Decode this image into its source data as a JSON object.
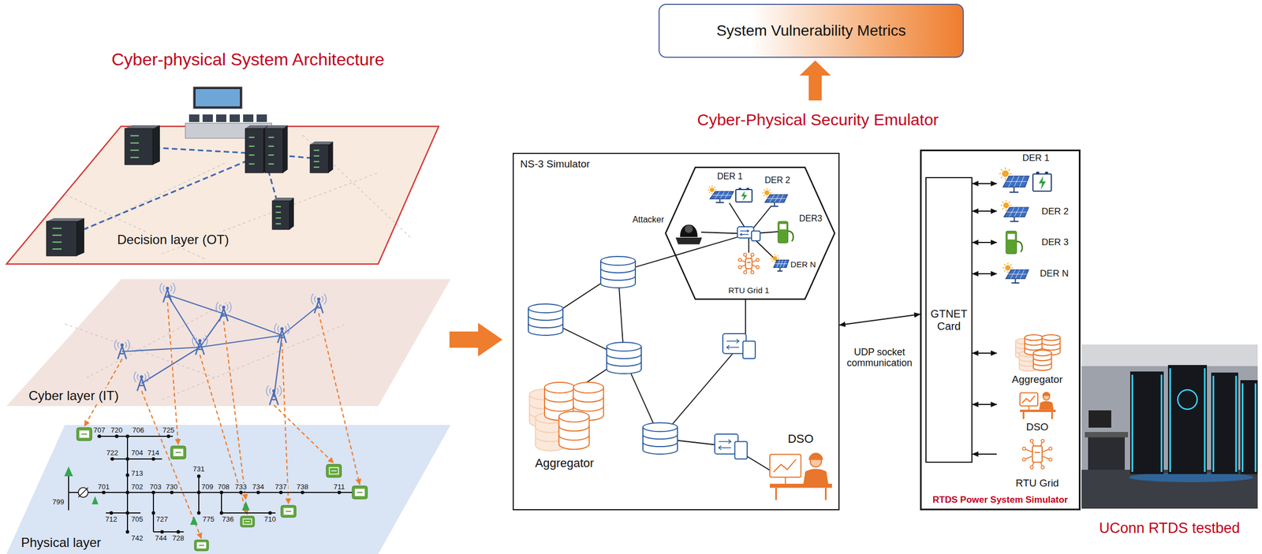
{
  "diagram": {
    "nodes": [
      {
        "text": [
          "System Vulnerability Metrics"
        ]
      },
      {
        "text": [
          "Decision layer (OT)"
        ]
      },
      {
        "text": [
          "Cyber layer (IT)"
        ]
      },
      {
        "text": [
          "Physical layer"
        ]
      },
      {
        "text": [
          "NS-3 Simulator"
        ]
      },
      {
        "text": [
          "DER 1"
        ],
        "in": 4
      },
      {
        "text": [
          "DER 2"
        ],
        "in": 4
      },
      {
        "text": [
          "Attacker"
        ],
        "in": 4
      },
      {
        "text": [
          "DER3"
        ],
        "in": 4
      },
      {
        "text": [
          "DER N"
        ],
        "in": 4
      },
      {
        "text": [
          "RTU Grid 1"
        ],
        "in": 4
      },
      {
        "text": [
          "Aggregator"
        ],
        "in": 4
      },
      {
        "text": [
          "DSO"
        ],
        "in": 4
      },
      {
        "text": [
          "RTDS Power System Simulator"
        ]
      },
      {
        "text": [
          "GTNET Card"
        ],
        "in": 13
      },
      {
        "text": [
          "DER 1"
        ],
        "in": 13
      },
      {
        "text": [
          "DER 2"
        ],
        "in": 13
      },
      {
        "text": [
          "DER 3"
        ],
        "in": 13
      },
      {
        "text": [
          "DER N"
        ],
        "in": 13
      },
      {
        "text": [
          "Aggregator"
        ],
        "in": 13
      },
      {
        "text": [
          "DSO"
        ],
        "in": 13
      },
      {
        "text": [
          "RTU Grid"
        ],
        "in": 13
      }
    ],
    "edges": [
      {
        "from": 4,
        "to": 13,
        "label": "UDP socket communication",
        "arrow": "both"
      },
      {
        "from": 14,
        "to": 15,
        "arrow": "both"
      },
      {
        "from": 14,
        "to": 16,
        "arrow": "both"
      },
      {
        "from": 14,
        "to": 17,
        "arrow": "both"
      },
      {
        "from": 14,
        "to": 18,
        "arrow": "both"
      },
      {
        "from": 14,
        "to": 19,
        "arrow": "both"
      },
      {
        "from": 14,
        "to": 20,
        "arrow": "both"
      },
      {
        "from": 21,
        "to": 14,
        "arrow": "to"
      }
    ],
    "labels": [
      "Cyber-physical System Architecture",
      "Cyber-Physical Security Emulator",
      "UConn RTDS testbed",
      "707",
      "720",
      "706",
      "725",
      "722",
      "704",
      "714",
      "713",
      "731",
      "799",
      "701",
      "702",
      "703",
      "730",
      "709",
      "708",
      "733",
      "734",
      "737",
      "738",
      "711",
      "712",
      "705",
      "727",
      "775",
      "736",
      "710",
      "742",
      "744",
      "728"
    ]
  }
}
